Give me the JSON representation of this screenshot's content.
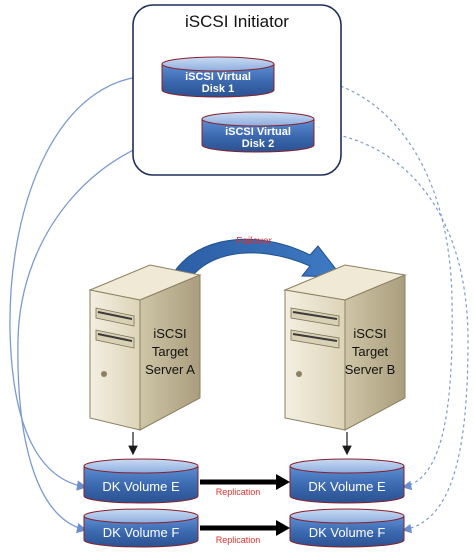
{
  "initiator": {
    "title": "iSCSI Initiator",
    "disk1": {
      "line1": "iSCSI Virtual",
      "line2": "Disk 1"
    },
    "disk2": {
      "line1": "iSCSI Virtual",
      "line2": "Disk 2"
    }
  },
  "failover": {
    "label": "Failover"
  },
  "server_a": {
    "line1": "iSCSI",
    "line2": "Target",
    "line3": "Server A"
  },
  "server_b": {
    "line1": "iSCSI",
    "line2": "Target",
    "line3": "Server B"
  },
  "volumes": {
    "e_left": "DK Volume E",
    "e_right": "DK Volume E",
    "f_left": "DK Volume F",
    "f_right": "DK Volume F"
  },
  "replication": {
    "label_1": "Replication",
    "label_2": "Replication"
  },
  "colors": {
    "disk_blue": "#3f6fb4",
    "disk_top": "#9dbbe6",
    "failover_blue": "#2f63a8",
    "label_red": "#e0312e",
    "connector": "#6b8fcd",
    "server_beige": "#e8e2cc",
    "server_shadow": "#b9ad8c"
  },
  "icons": [
    "database-icon",
    "server-icon",
    "curved-arrow-icon"
  ]
}
